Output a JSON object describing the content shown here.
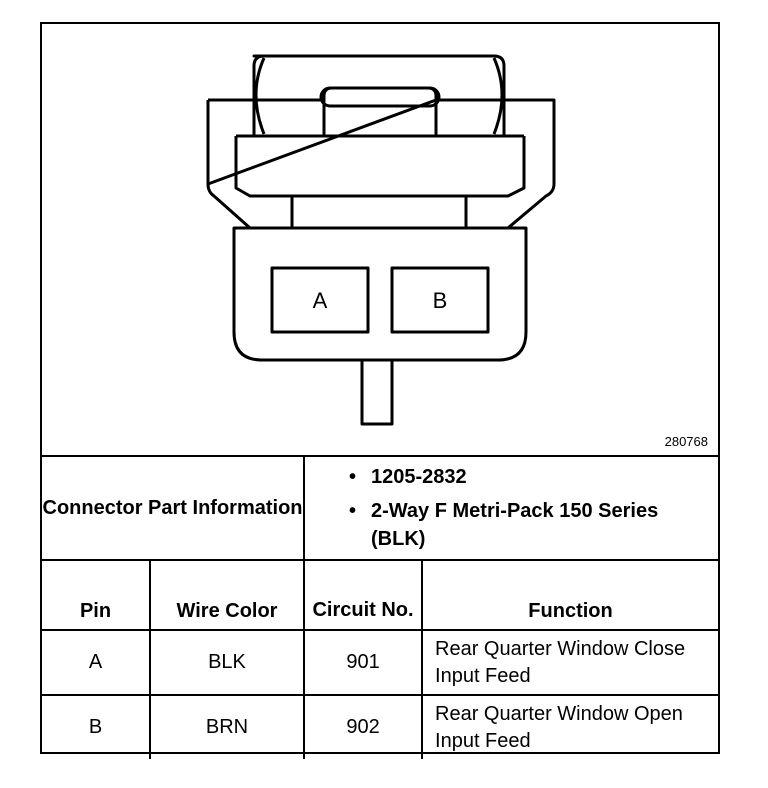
{
  "diagram": {
    "figure_id": "280768",
    "cavity_labels": [
      "A",
      "B"
    ]
  },
  "part_info": {
    "label": "Connector Part Information",
    "items": [
      "1205-2832",
      "2-Way F Metri-Pack 150 Series (BLK)"
    ]
  },
  "table": {
    "headers": [
      "Pin",
      "Wire Color",
      "Circuit No.",
      "Function"
    ],
    "rows": [
      {
        "pin": "A",
        "wire_color": "BLK",
        "circuit": "901",
        "function": "Rear Quarter Window Close Input Feed"
      },
      {
        "pin": "B",
        "wire_color": "BRN",
        "circuit": "902",
        "function": "Rear Quarter Window Open Input Feed"
      }
    ]
  }
}
